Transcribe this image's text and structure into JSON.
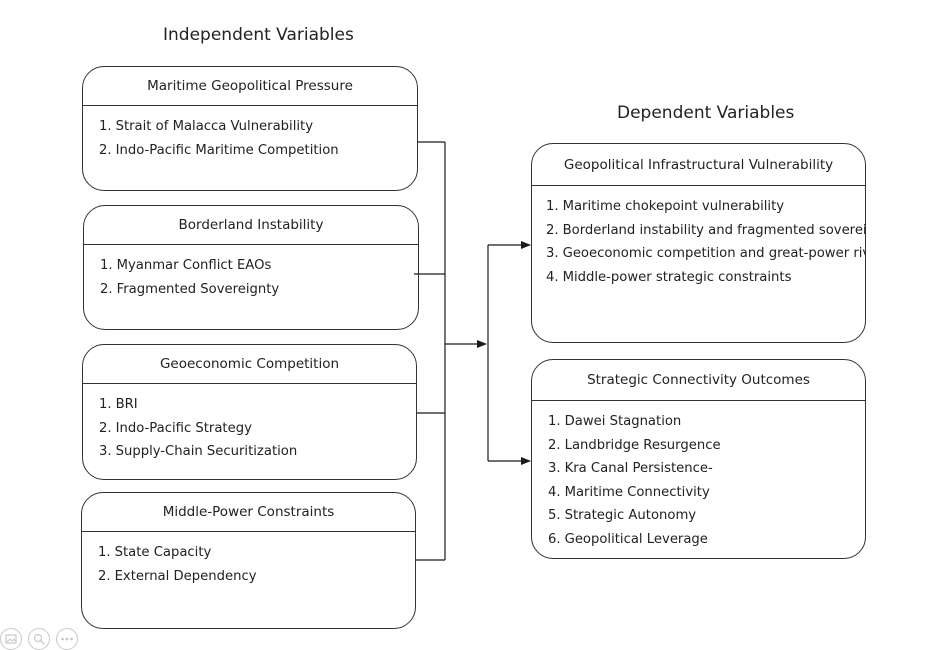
{
  "headings": {
    "independent": "Independent Variables",
    "dependent": "Dependent Variables"
  },
  "independent_boxes": [
    {
      "title": "Maritime Geopolitical Pressure",
      "items": [
        {
          "num": "1.",
          "text": "Strait of Malacca Vulnerability"
        },
        {
          "num": "2.",
          "text": "Indo-Pacific Maritime Competition"
        }
      ]
    },
    {
      "title": "Borderland Instability",
      "items": [
        {
          "num": "1.",
          "text": "Myanmar Conflict EAOs"
        },
        {
          "num": "2.",
          "text": "Fragmented Sovereignty"
        }
      ]
    },
    {
      "title": "Geoeconomic Competition",
      "items": [
        {
          "num": "1.",
          "text": "BRI"
        },
        {
          "num": "2.",
          "text": "Indo-Pacific Strategy"
        },
        {
          "num": "3.",
          "text": "Supply-Chain Securitization"
        }
      ]
    },
    {
      "title": "Middle-Power Constraints",
      "items": [
        {
          "num": "1.",
          "text": "State Capacity"
        },
        {
          "num": "2.",
          "text": "External Dependency"
        }
      ]
    }
  ],
  "dependent_boxes": [
    {
      "title": "Geopolitical Infrastructural Vulnerability",
      "items": [
        {
          "num": "1.",
          "text": "Maritime chokepoint vulnerability"
        },
        {
          "num": "2.",
          "text": "Borderland instability and fragmented sovereignty"
        },
        {
          "num": "3.",
          "text": "Geoeconomic competition and great-power rivalry"
        },
        {
          "num": "4.",
          "text": "Middle-power strategic constraints"
        }
      ]
    },
    {
      "title": "Strategic Connectivity Outcomes",
      "items": [
        {
          "num": "1.",
          "text": "Dawei Stagnation"
        },
        {
          "num": "2.",
          "text": "Landbridge Resurgence"
        },
        {
          "num": "3.",
          "text": "Kra Canal Persistence-"
        },
        {
          "num": "4.",
          "text": "Maritime Connectivity"
        },
        {
          "num": "5.",
          "text": "Strategic Autonomy"
        },
        {
          "num": "6.",
          "text": "Geopolitical Leverage"
        }
      ]
    }
  ],
  "toolbar_icons": [
    "picture-icon",
    "zoom-icon",
    "more-icon"
  ],
  "colors": {
    "line": "#1a1a1a",
    "border": "#333333",
    "icon": "#c8c8c8"
  }
}
